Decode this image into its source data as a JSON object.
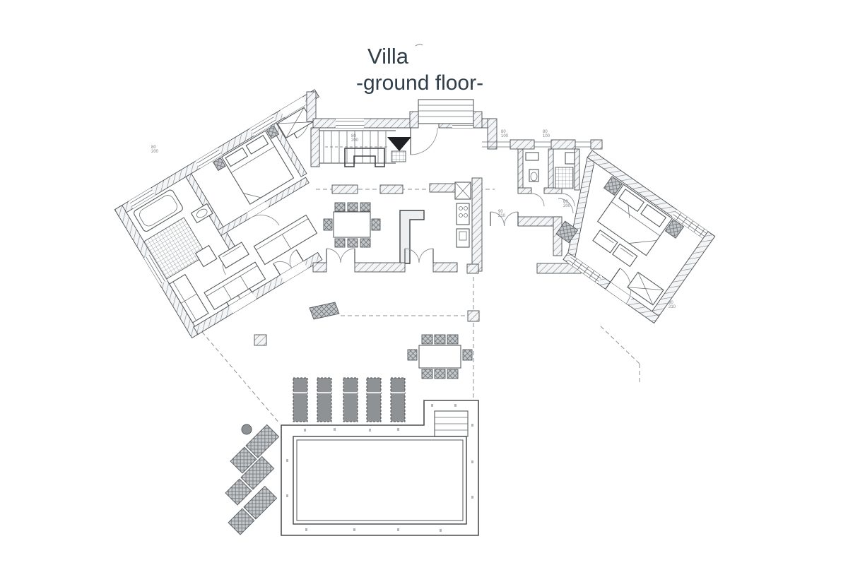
{
  "title": {
    "line1": "Villa",
    "line2": "-ground floor-"
  },
  "palette": {
    "ink": "#3f4447",
    "wall_hatch_line": "#868b8f",
    "wall_fill": "#f4f5f6",
    "furniture_gray": "#8e9294",
    "crosshatch_gray": "#c3c7ca",
    "dash_gray": "#8b9196",
    "title_color": "#2f3e49"
  },
  "dimension_labels": [
    {
      "w": "80",
      "h": "200"
    },
    {
      "w": "80",
      "h": "100"
    },
    {
      "w": "80",
      "h": "100"
    },
    {
      "w": "80",
      "h": "200"
    },
    {
      "w": "90",
      "h": "210"
    },
    {
      "w": "90",
      "h": "210"
    },
    {
      "w": "80",
      "h": "200"
    }
  ]
}
